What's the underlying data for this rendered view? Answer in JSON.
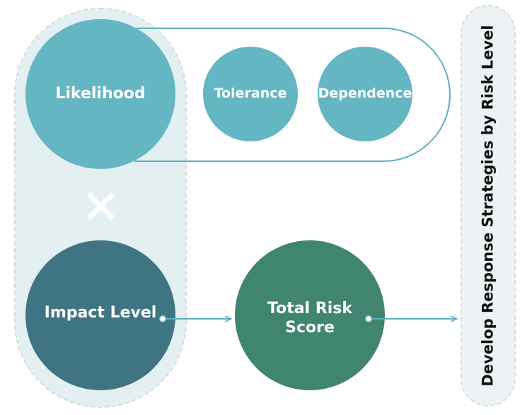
{
  "colors": {
    "panel_fill": "#e3eff1",
    "panel_border": "#c9d9dc",
    "light_teal": "#64b6c2",
    "dark_teal": "#3f7582",
    "green": "#3f8570",
    "arrow": "#5fb0bf",
    "capsule_border": "#5fb0bf",
    "right_panel_fill": "#edf3f4"
  },
  "nodes": {
    "likelihood": "Likelihood",
    "tolerance": "Tolerance",
    "dependence": "Dependence",
    "impact_level": "Impact Level",
    "total_risk_score": "Total Risk\nScore"
  },
  "operator_icon": "multiply-icon",
  "side_panel": {
    "label": "Develop Response Strategies by Risk Level"
  }
}
